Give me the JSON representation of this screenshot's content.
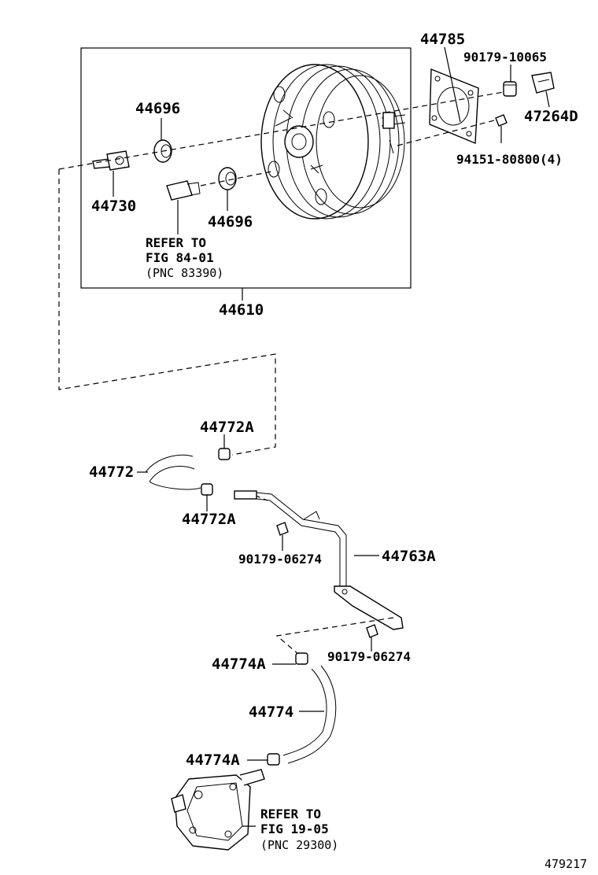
{
  "parts": {
    "p44785": "44785",
    "p90179_10065": "90179-10065",
    "p47264D": "47264D",
    "p94151_80800": "94151-80800(4)",
    "p44696_top": "44696",
    "p44730": "44730",
    "p44696_bottom": "44696",
    "p44610": "44610",
    "p44772A_top": "44772A",
    "p44772": "44772",
    "p44772A_bottom": "44772A",
    "p90179_06274_a": "90179-06274",
    "p44763A": "44763A",
    "p44774A_top": "44774A",
    "p90179_06274_b": "90179-06274",
    "p44774": "44774",
    "p44774A_bottom": "44774A"
  },
  "refs": {
    "ref1": {
      "line1": "REFER TO",
      "line2": "FIG 84-01",
      "line3": "(PNC 83390)"
    },
    "ref2": {
      "line1": "REFER TO",
      "line2": "FIG 19-05",
      "line3": "(PNC 29300)"
    }
  },
  "figure_id": "479217"
}
